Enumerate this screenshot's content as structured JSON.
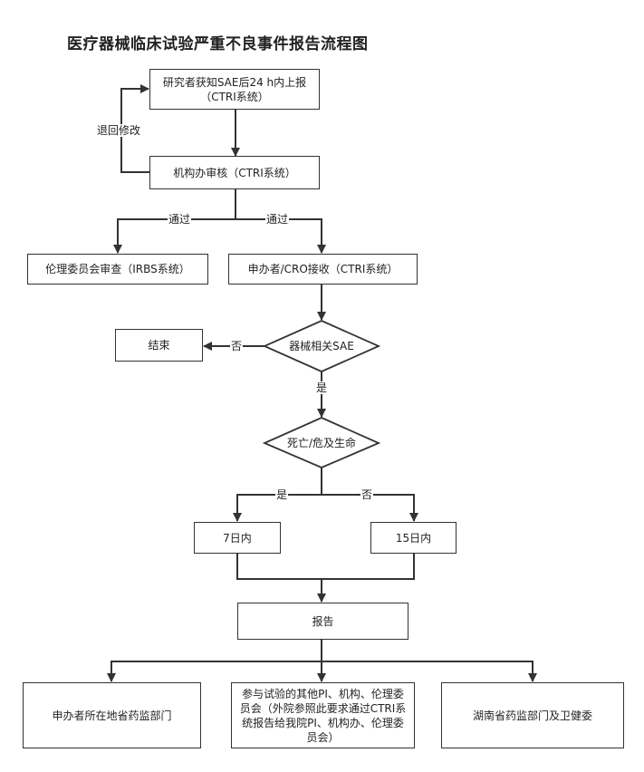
{
  "title": "医疗器械临床试验严重不良事件报告流程图",
  "nodes": {
    "report_sae_line1": "研究者获知SAE后24 h内上报",
    "report_sae_line2": "（CTRI系统）",
    "institution_review": "机构办审核（CTRI系统）",
    "ethics_review": "伦理委员会审查（IRBS系统）",
    "sponsor_receive": "申办者/CRO接收（CTRI系统）",
    "device_related": "器械相关SAE",
    "end": "结束",
    "death_danger": "死亡/危及生命",
    "within_7_days": "7日内",
    "within_15_days": "15日内",
    "report": "报告",
    "sponsor_province_dept": "申办者所在地省药监部门",
    "other_pi": "参与试验的其他PI、机构、伦理委员会（外院参照此要求通过CTRI系统报告给我院PI、机构办、伦理委员会）",
    "hunan_dept": "湖南省药监部门及卫健委"
  },
  "edge_labels": {
    "return_modify": "退回修改",
    "pass_left": "通过",
    "pass_right": "通过",
    "no_end": "否",
    "yes_down": "是",
    "yes_7": "是",
    "no_15": "否"
  }
}
